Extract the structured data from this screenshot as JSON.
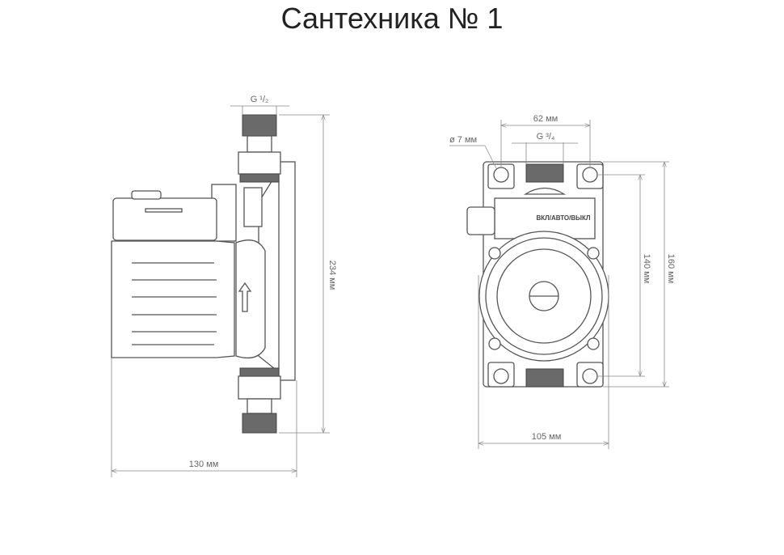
{
  "title": "Сантехника № 1",
  "side_view": {
    "thread_label": "G ¹/₂",
    "height_label": "234 мм",
    "width_label": "130 мм"
  },
  "front_view": {
    "mount_spacing_label": "62 мм",
    "thread_label": "G ³/₄",
    "hole_label": "ø 7 мм",
    "mode_label": "ВКЛ/АВТО/ВЫКЛ",
    "width_label": "105 мм",
    "inner_height_label": "140 мм",
    "height_label": "160 мм"
  }
}
